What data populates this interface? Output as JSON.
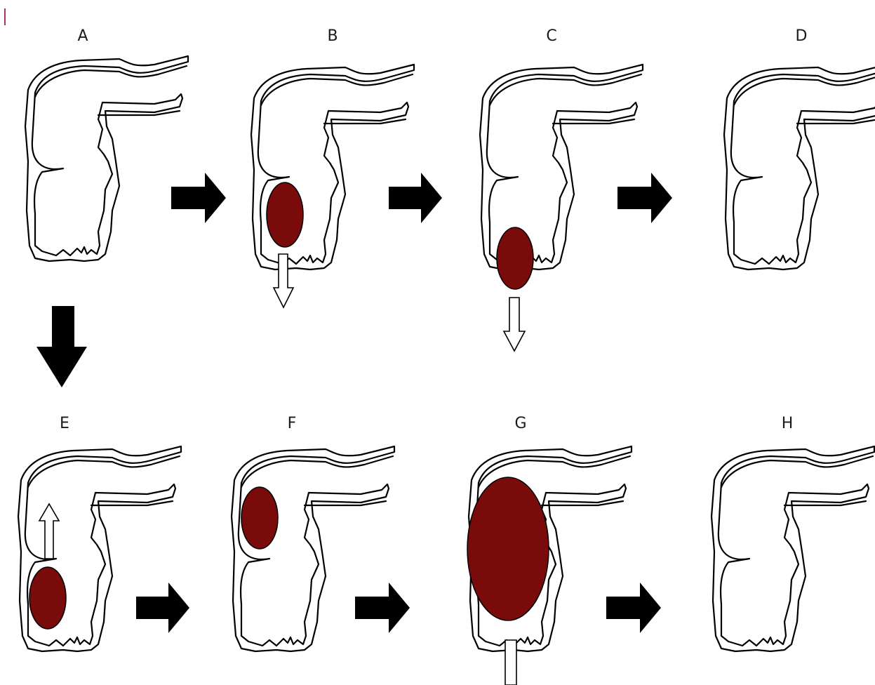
{
  "figure": {
    "panels": [
      {
        "id": "A",
        "label": "A",
        "clot": "none",
        "flow": "none"
      },
      {
        "id": "B",
        "label": "B",
        "clot": "small",
        "flow": "down"
      },
      {
        "id": "C",
        "label": "C",
        "clot": "small",
        "flow": "down"
      },
      {
        "id": "D",
        "label": "D",
        "clot": "none",
        "flow": "none"
      },
      {
        "id": "E",
        "label": "E",
        "clot": "small",
        "flow": "up"
      },
      {
        "id": "F",
        "label": "F",
        "clot": "small",
        "flow": "none"
      },
      {
        "id": "G",
        "label": "G",
        "clot": "large",
        "flow": "down"
      },
      {
        "id": "H",
        "label": "H",
        "clot": "none",
        "flow": "none"
      }
    ],
    "colors": {
      "clot": "#7a0b0b",
      "outline": "#000000",
      "arrow": "#000000",
      "background": "#ffffff",
      "edge_mark": "#b0306a"
    }
  }
}
